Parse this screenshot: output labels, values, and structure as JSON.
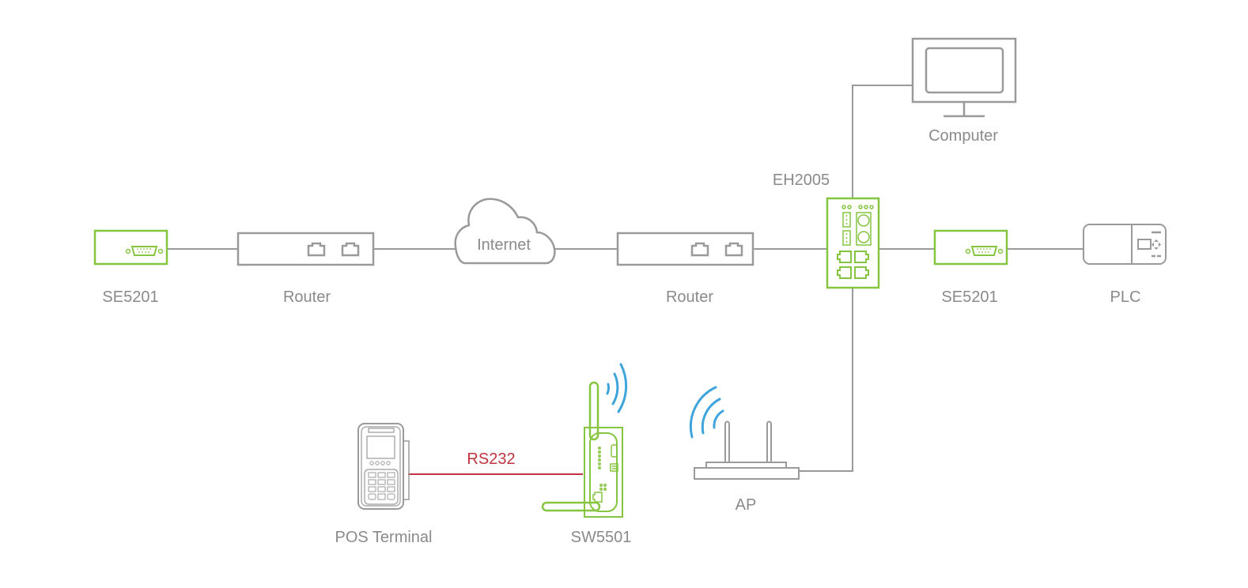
{
  "diagram": {
    "title": "Network topology",
    "colors": {
      "device_gray": "#9a9a9a",
      "device_green": "#86c540",
      "wireless_blue": "#3ea4dc",
      "serial_red": "#c0343e",
      "label_gray": "#8a8a8a"
    },
    "nodes": {
      "se5201_left": {
        "label": "SE5201",
        "icon": "serial-device-server-icon"
      },
      "router_left": {
        "label": "Router",
        "icon": "router-icon"
      },
      "internet": {
        "label": "Internet",
        "icon": "cloud-icon"
      },
      "router_right": {
        "label": "Router",
        "icon": "router-icon"
      },
      "eh2005": {
        "label": "EH2005",
        "icon": "industrial-switch-icon"
      },
      "computer": {
        "label": "Computer",
        "icon": "monitor-icon"
      },
      "se5201_right": {
        "label": "SE5201",
        "icon": "serial-device-server-icon"
      },
      "plc": {
        "label": "PLC",
        "icon": "plc-icon"
      },
      "ap": {
        "label": "AP",
        "icon": "access-point-icon"
      },
      "sw5501": {
        "label": "SW5501",
        "icon": "wireless-serial-server-icon"
      },
      "pos": {
        "label": "POS Terminal",
        "icon": "pos-terminal-icon"
      }
    },
    "links": [
      {
        "from": "se5201_left",
        "to": "router_left",
        "type": "ethernet"
      },
      {
        "from": "router_left",
        "to": "internet",
        "type": "ethernet"
      },
      {
        "from": "internet",
        "to": "router_right",
        "type": "ethernet"
      },
      {
        "from": "router_right",
        "to": "eh2005",
        "type": "ethernet"
      },
      {
        "from": "eh2005",
        "to": "computer",
        "type": "ethernet"
      },
      {
        "from": "eh2005",
        "to": "se5201_right",
        "type": "ethernet"
      },
      {
        "from": "se5201_right",
        "to": "plc",
        "type": "ethernet"
      },
      {
        "from": "eh2005",
        "to": "ap",
        "type": "ethernet"
      },
      {
        "from": "pos",
        "to": "sw5501",
        "type": "serial",
        "label": "RS232"
      },
      {
        "from": "sw5501",
        "to": "ap",
        "type": "wireless"
      }
    ]
  }
}
